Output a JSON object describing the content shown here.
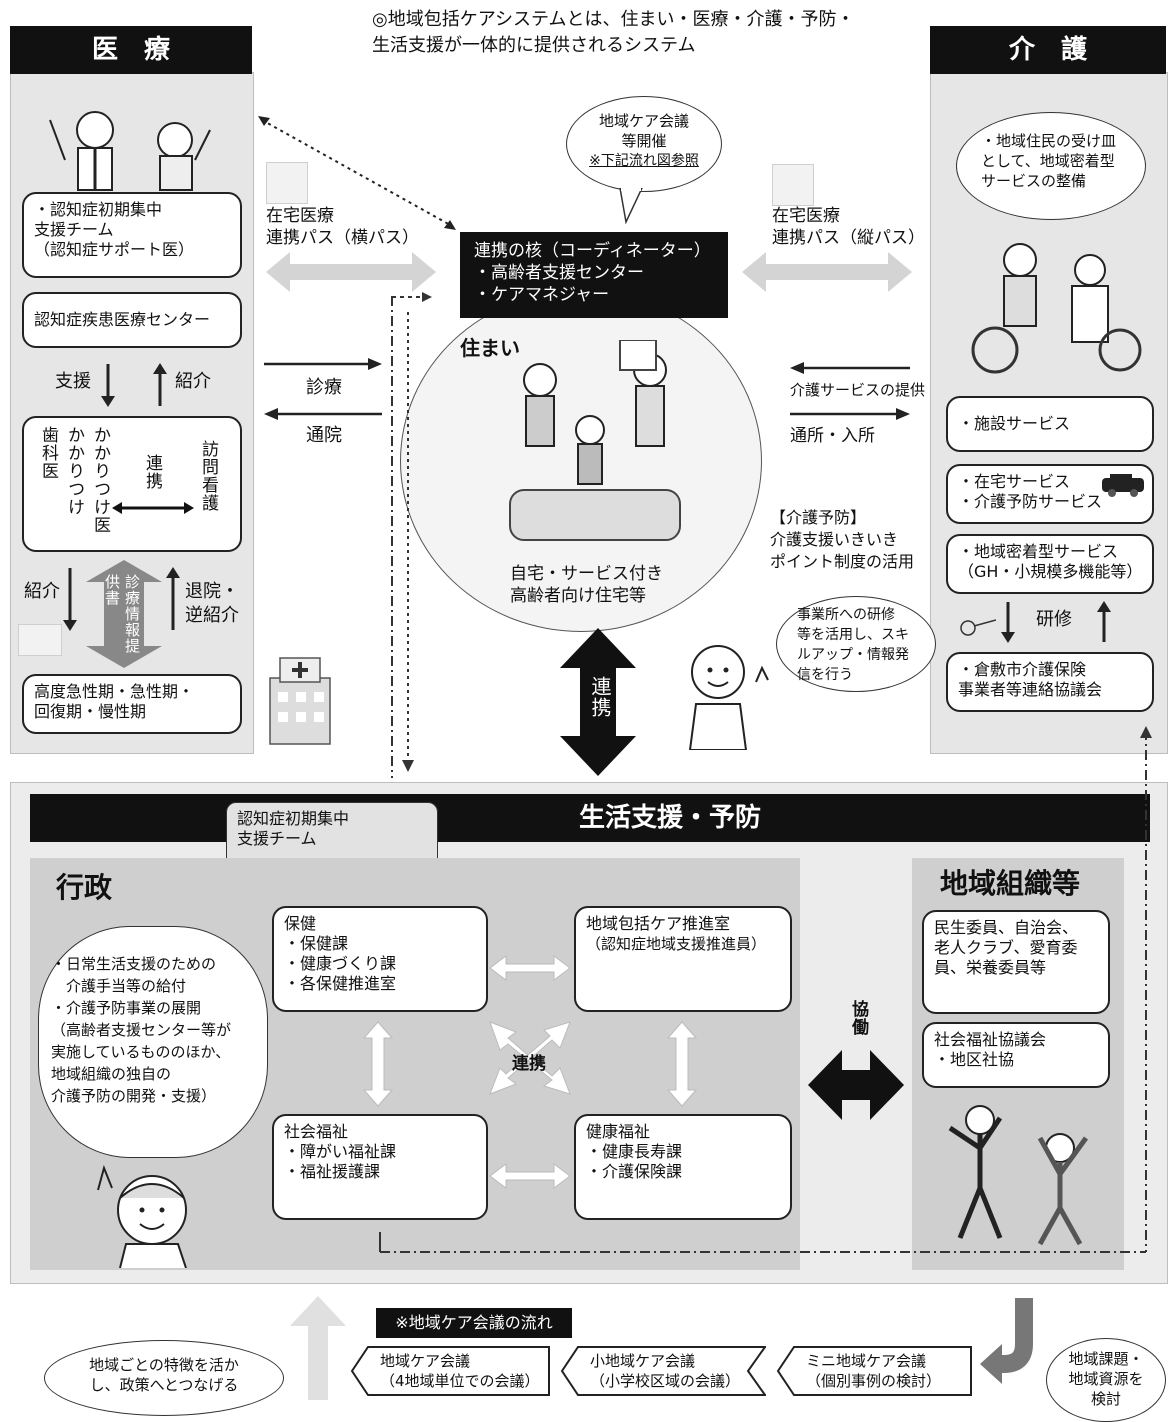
{
  "header_note": [
    "◎地域包括ケアシステムとは、住まい・医療・介護・予防・",
    "生活支援が一体的に提供されるシステム"
  ],
  "iryo": {
    "title": "医　療",
    "box1": [
      "・認知症初期集中",
      "支援チーム",
      "（認知症サポート医）"
    ],
    "box2": "認知症疾患医療センター",
    "shien": "支援",
    "shokai_up": "紹介",
    "kakaritsuke_dr": "かかりつけ医",
    "shika": "歯科医",
    "kakaritsuke_shika": "かかりつけ",
    "renkei": "連携",
    "houmon": "訪問看護",
    "shokai_down": "紹介",
    "taiin": [
      "退院・",
      "逆紹介"
    ],
    "joho": "診療情報提供書",
    "box4": [
      "高度急性期・急性期・",
      "回復期・慢性期"
    ]
  },
  "kaigo": {
    "title": "介　護",
    "bubble": [
      "・地域住民の受け皿",
      "として、地域密着型",
      "サービスの整備"
    ],
    "items": [
      "・施設サービス",
      [
        "・在宅サービス",
        "・介護予防サービス"
      ],
      [
        "・地域密着型サービス",
        "（GH・小規模多機能等）"
      ]
    ],
    "kenshu": "研修",
    "kyogikai": [
      "・倉敷市介護保険",
      "事業者等連絡協議会"
    ]
  },
  "center": {
    "meeting_bubble": [
      "地域ケア会議",
      "等開催",
      "※下記流れ図参照"
    ],
    "path_left": [
      "在宅医療",
      "連携パス（横パス）"
    ],
    "path_right": [
      "在宅医療",
      "連携パス（縦パス）"
    ],
    "core": [
      "連携の核（コーディネーター）",
      "・高齢者支援センター",
      "・ケアマネジャー"
    ],
    "sumai": "住まい",
    "sumai_caption": [
      "自宅・サービス付き",
      "高齢者向け住宅等"
    ],
    "shinryo": "診療",
    "tsuin": "通院",
    "kaigo_service": "介護サービスの提供",
    "tsusho": "通所・入所",
    "yobo": [
      "【介護予防】",
      "介護支援いきいき",
      "ポイント制度の活用"
    ],
    "officer_bubble": [
      "事業所への研修",
      "等を活用し、スキ",
      "ルアップ・情報発",
      "信を行う"
    ],
    "renkei_vertical": "連携"
  },
  "seikatsu": {
    "title": "生活支援・予防",
    "tab": [
      "認知症初期集中",
      "支援チーム"
    ],
    "gyosei": "行政",
    "gyosei_bubble": [
      "・日常生活支援のための",
      "　介護手当等の給付",
      "・介護予防事業の展開",
      "（高齢者支援センター等が",
      "実施しているもののほか、",
      "地域組織の独自の",
      "介護予防の開発・支援）"
    ],
    "hoken": [
      "保健",
      "・保健課",
      "・健康づくり課",
      "・各保健推進室"
    ],
    "chiiki_suishin": [
      "地域包括ケア推進室",
      "（認知症地域支援推進員）"
    ],
    "renkei": "連携",
    "shakai": [
      "社会福祉",
      "・障がい福祉課",
      "・福祉援護課"
    ],
    "kenko": [
      "健康福祉",
      "・健康長寿課",
      "・介護保険課"
    ],
    "kyodo": "協働",
    "soshiki_title": "地域組織等",
    "soshiki1": [
      "民生委員、自治会、",
      "老人クラブ、愛育委",
      "員、栄養委員等"
    ],
    "soshiki2": [
      "社会福祉協議会",
      "・地区社協"
    ]
  },
  "flow": {
    "label": "※地域ケア会議の流れ",
    "left_bubble": [
      "地域ごとの特徴を活か",
      "し、政策へとつなげる"
    ],
    "step1": [
      "地域ケア会議",
      "（4地域単位での会議）"
    ],
    "step2": [
      "小地域ケア会議",
      "（小学校区域の会議）"
    ],
    "step3": [
      "ミニ地域ケア会議",
      "（個別事例の検討）"
    ],
    "right_bubble": [
      "地域課題・",
      "地域資源を",
      "検討"
    ]
  }
}
